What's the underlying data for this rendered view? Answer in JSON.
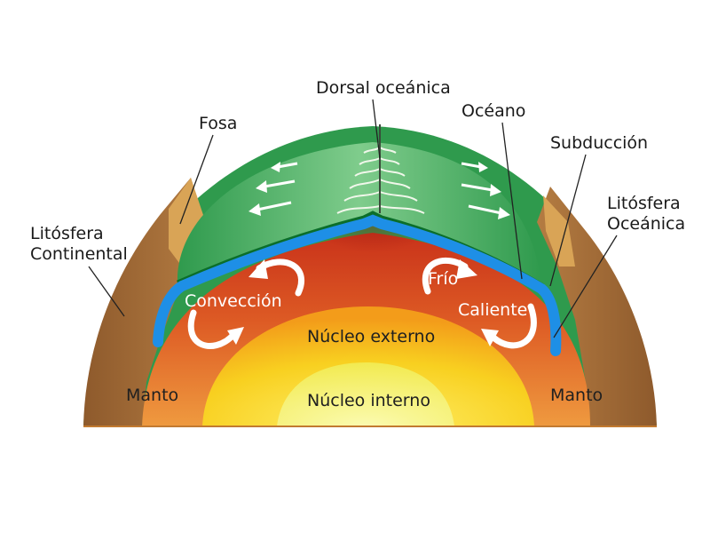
{
  "labels": {
    "dorsal": "Dorsal oceánica",
    "oceano": "Océano",
    "fosa": "Fosa",
    "subduccion": "Subducción",
    "litosfera_continental": [
      "Litósfera",
      "Continental"
    ],
    "litosfera_oceanica": [
      "Litósfera",
      "Oceánica"
    ],
    "conveccion": "Convección",
    "frio": "Frío",
    "caliente": "Caliente",
    "nucleo_externo": "Núcleo externo",
    "nucleo_interno": "Núcleo interno",
    "manto_izquierdo": "Manto",
    "manto_derecho": "Manto"
  },
  "colors": {
    "ocean_green": "#3aa65a",
    "crust_brown": "#a8703a",
    "mantle_red": "#cf3c18",
    "mantle_orange": "#e3702f",
    "subducting_plate_blue": "#1e8fe6",
    "outer_core_yellow": "#f6d21e",
    "inner_core_yellow": "#f4f06a"
  }
}
